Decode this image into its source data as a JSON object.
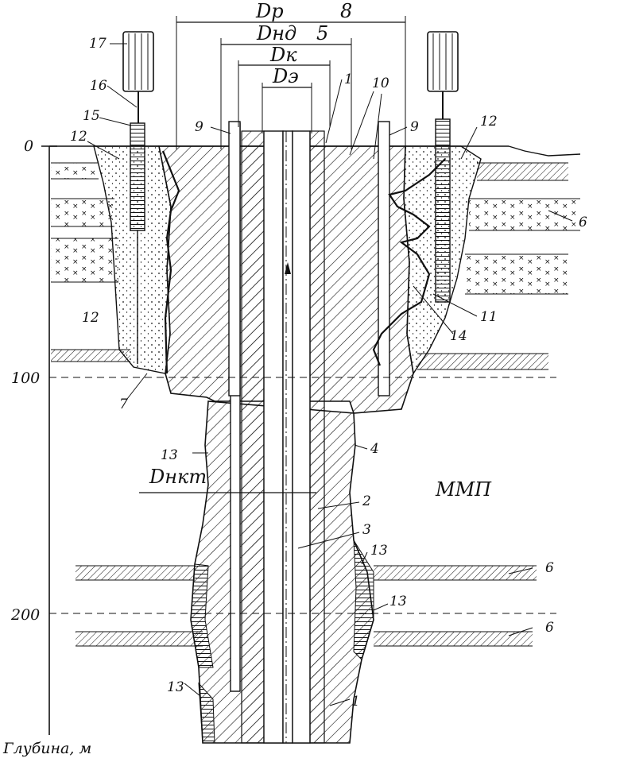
{
  "diagram": {
    "dimensions": {
      "d_rock": "Dр",
      "d_heat": "Dнд",
      "d_casing": "Dк",
      "d_prod": "Dэ",
      "d_tubing": "Dнкт"
    },
    "numbers": {
      "n8": "8",
      "n5": "5",
      "n1a": "1",
      "n10": "10",
      "n9a": "9",
      "n9b": "9",
      "n17": "17",
      "n16": "16",
      "n15": "15",
      "n12a": "12",
      "n12b": "12",
      "n12c": "12",
      "n6a": "6",
      "n11": "11",
      "n14": "14",
      "n7": "7",
      "n13a": "13",
      "n4": "4",
      "n2": "2",
      "n3": "3",
      "n13b": "13",
      "n13c": "13",
      "n6b": "6",
      "n6c": "6",
      "n13d": "13",
      "n1b": "1"
    },
    "zone_label": "ММП",
    "depth_ticks": [
      "0",
      "100",
      "200"
    ],
    "axis_title": "Глубина, м"
  }
}
